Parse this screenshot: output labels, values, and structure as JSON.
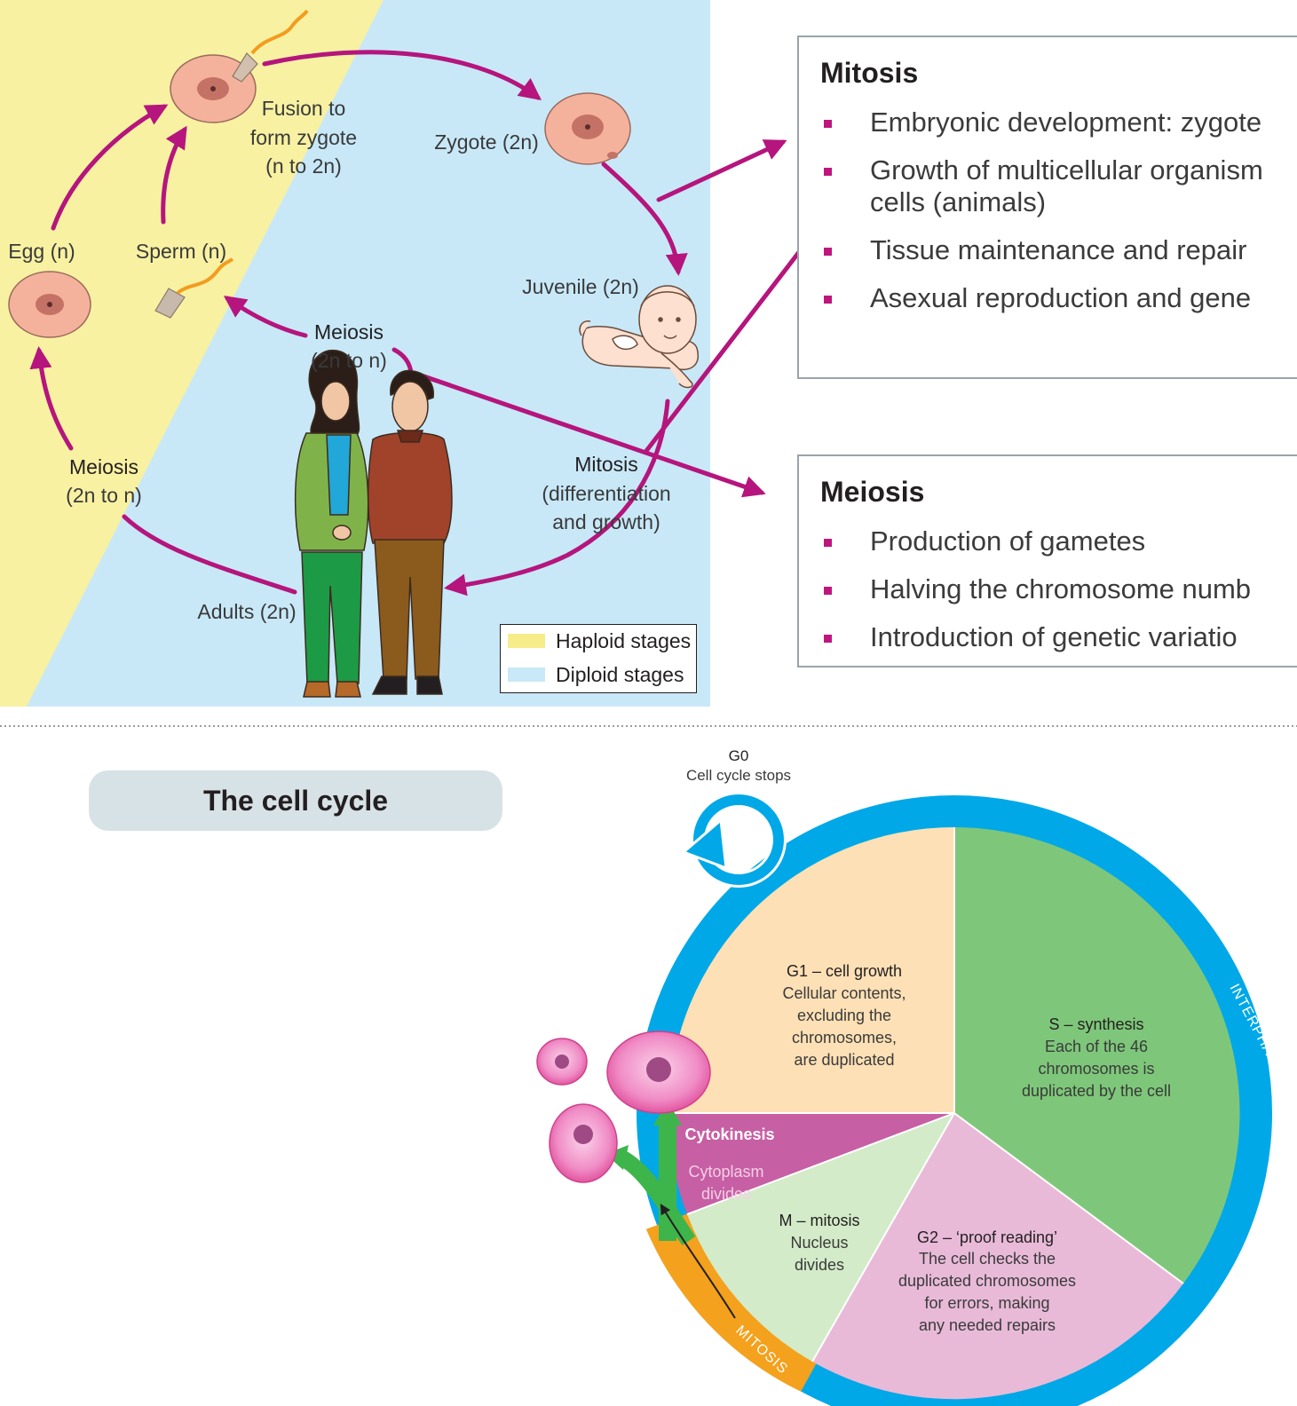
{
  "lifecycle": {
    "labels": {
      "fusion": [
        "Fusion to",
        "form zygote",
        "(n to 2n)"
      ],
      "zygote": "Zygote (2n)",
      "egg": "Egg (n)",
      "sperm": "Sperm (n)",
      "juvenile": "Juvenile (2n)",
      "meiosis_top": [
        "Meiosis",
        "(2n to n)"
      ],
      "meiosis_left": [
        "Meiosis",
        "(2n to n)"
      ],
      "mitosis": [
        "Mitosis",
        "(differentiation",
        "and growth)"
      ],
      "adults": "Adults (2n)"
    },
    "legend": [
      {
        "label": "Haploid stages",
        "color": "#f6ec8a"
      },
      {
        "label": "Diploid stages",
        "color": "#c9e8f8"
      }
    ],
    "colors": {
      "haploid_bg": "#f8f1a2",
      "diploid_bg": "#c8e8f8",
      "arrow": "#b5157c"
    }
  },
  "mitosis_box": {
    "title": "Mitosis",
    "items": [
      "Embryonic development: zygote",
      "Growth of multicellular organism",
      "cells (animals)",
      "Tissue maintenance and repair",
      "Asexual reproduction and gene"
    ]
  },
  "meiosis_box": {
    "title": "Meiosis",
    "items": [
      "Production of gametes",
      "Halving the chromosome numb",
      "Introduction of genetic variatio"
    ]
  },
  "cell_cycle": {
    "title": "The cell cycle",
    "g0": {
      "title": "G0",
      "sub": "Cell cycle stops"
    },
    "g1": {
      "title": "G1 – cell growth",
      "text": [
        "Cellular contents,",
        "excluding the",
        "chromosomes,",
        "are duplicated"
      ]
    },
    "s": {
      "title": "S – synthesis",
      "text": [
        "Each of the 46",
        "chromosomes is",
        "duplicated by the cell"
      ]
    },
    "g2": {
      "title": "G2 – ‘proof reading’",
      "text": [
        "The cell checks the",
        "duplicated chromosomes",
        "for errors, making",
        "any needed repairs"
      ]
    },
    "m": {
      "title": "M – mitosis",
      "text": [
        "Nucleus",
        "divides"
      ]
    },
    "cytokinesis": {
      "title": "Cytokinesis",
      "text": [
        "Cytoplasm",
        "divides"
      ]
    },
    "ring_interphase": "INTERPHASE",
    "ring_mitosis": "MITOSIS",
    "colors": {
      "ring": "#00a8e8",
      "mitosis_ring": "#f4a11d",
      "g1": "#fde0b5",
      "s": "#7ec77a",
      "g2": "#e8bad8",
      "m": "#d3ebc8",
      "cyto": "#c75fa4",
      "green_arrow": "#3db54a"
    }
  }
}
